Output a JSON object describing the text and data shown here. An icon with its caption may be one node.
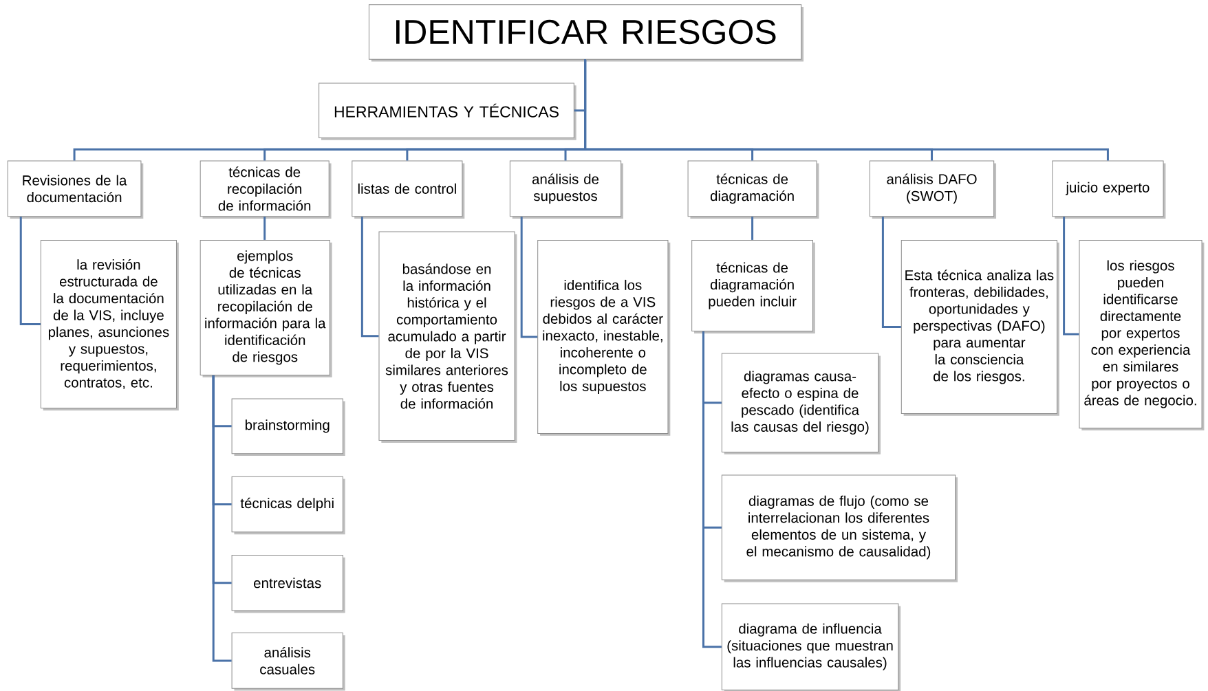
{
  "diagram": {
    "nodes": [
      {
        "text": [
          "IDENTIFICAR RIESGOS"
        ]
      },
      {
        "text": [
          "HERRAMIENTAS Y TÉCNICAS"
        ]
      },
      {
        "text": [
          "Revisiones de la documentación"
        ]
      },
      {
        "text": [
          "técnicas de recopilación de información"
        ]
      },
      {
        "text": [
          "listas de control"
        ]
      },
      {
        "text": [
          "análisis de supuestos"
        ]
      },
      {
        "text": [
          "técnicas de diagramación"
        ]
      },
      {
        "text": [
          "análisis DAFO (SWOT)"
        ]
      },
      {
        "text": [
          "juicio experto"
        ]
      },
      {
        "text": [
          "la revisión estructurada de la documentación de la VIS, incluye planes, asunciones y supuestos, requerimientos, contratos, etc."
        ]
      },
      {
        "text": [
          "ejemplos de técnicas utilizadas en la recopilación de información para la identificación de riesgos"
        ]
      },
      {
        "text": [
          "brainstorming"
        ]
      },
      {
        "text": [
          "técnicas delphi"
        ]
      },
      {
        "text": [
          "entrevistas"
        ]
      },
      {
        "text": [
          "análisis casuales"
        ]
      },
      {
        "text": [
          "basándose en la información histórica y el comportamiento acumulado a partir de por la VIS similares anteriores y otras fuentes de información"
        ]
      },
      {
        "text": [
          "identifica los riesgos de a VIS debidos al carácter inexacto, inestable, incoherente o incompleto de los supuestos"
        ]
      },
      {
        "text": [
          "técnicas de diagramación pueden incluir"
        ]
      },
      {
        "text": [
          "diagramas causa-efecto o espina de pescado (identifica las causas del riesgo)"
        ]
      },
      {
        "text": [
          "diagramas de flujo (como se interrelacionan los diferentes elementos de un sistema, y el mecanismo de causalidad)"
        ]
      },
      {
        "text": [
          "diagrama de influencia (situaciones que muestran las influencias causales)"
        ]
      },
      {
        "text": [
          "Esta técnica analiza las fronteras, debilidades, oportunidades y perspectivas (DAFO) para aumentar la consciencia de los riesgos."
        ]
      },
      {
        "text": [
          "los riesgos pueden identificarse directamente por expertos con experiencia en similares por proyectos o áreas de negocio."
        ]
      }
    ],
    "edges": [
      {
        "from": 0,
        "to": 1,
        "arrow": "none"
      },
      {
        "from": 0,
        "to": 2,
        "arrow": "none"
      },
      {
        "from": 0,
        "to": 3,
        "arrow": "none"
      },
      {
        "from": 0,
        "to": 4,
        "arrow": "none"
      },
      {
        "from": 0,
        "to": 5,
        "arrow": "none"
      },
      {
        "from": 0,
        "to": 6,
        "arrow": "none"
      },
      {
        "from": 0,
        "to": 7,
        "arrow": "none"
      },
      {
        "from": 0,
        "to": 8,
        "arrow": "none"
      },
      {
        "from": 2,
        "to": 9,
        "arrow": "none"
      },
      {
        "from": 3,
        "to": 10,
        "arrow": "none"
      },
      {
        "from": 10,
        "to": 11,
        "arrow": "none"
      },
      {
        "from": 10,
        "to": 12,
        "arrow": "none"
      },
      {
        "from": 10,
        "to": 13,
        "arrow": "none"
      },
      {
        "from": 10,
        "to": 14,
        "arrow": "none"
      },
      {
        "from": 4,
        "to": 15,
        "arrow": "none"
      },
      {
        "from": 5,
        "to": 16,
        "arrow": "none"
      },
      {
        "from": 6,
        "to": 17,
        "arrow": "none"
      },
      {
        "from": 17,
        "to": 18,
        "arrow": "none"
      },
      {
        "from": 17,
        "to": 19,
        "arrow": "none"
      },
      {
        "from": 17,
        "to": 20,
        "arrow": "none"
      },
      {
        "from": 7,
        "to": 21,
        "arrow": "none"
      },
      {
        "from": 8,
        "to": 22,
        "arrow": "none"
      }
    ]
  }
}
